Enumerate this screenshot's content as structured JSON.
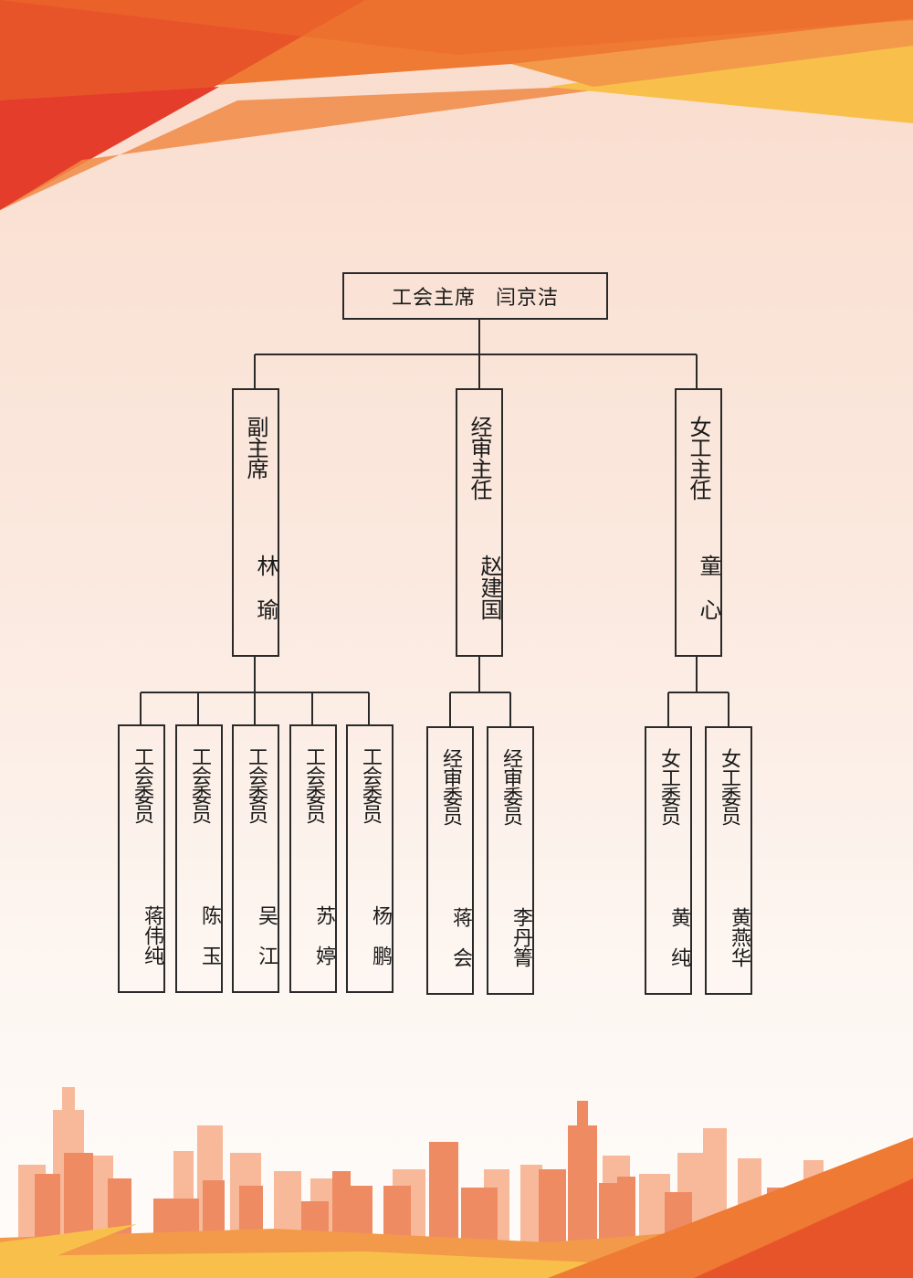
{
  "colors": {
    "orange_dark": "#e8542a",
    "orange": "#ee7a33",
    "orange_light": "#f39a4a",
    "yellow": "#f8c04a",
    "red": "#e43d2c",
    "line": "#2a2a2a"
  },
  "org_chart": {
    "root": {
      "title": "工会主席",
      "name": "闫京洁"
    },
    "branches": [
      {
        "title": "副主席",
        "name": "林瑜",
        "members": [
          {
            "title": "工会委员",
            "name": "蒋伟纯"
          },
          {
            "title": "工会委员",
            "name": "陈玉"
          },
          {
            "title": "工会委员",
            "name": "吴江"
          },
          {
            "title": "工会委员",
            "name": "苏婷"
          },
          {
            "title": "工会委员",
            "name": "杨鹏"
          }
        ]
      },
      {
        "title": "经审主任",
        "name": "赵建国",
        "members": [
          {
            "title": "经审委员",
            "name": "蒋会"
          },
          {
            "title": "经审委员",
            "name": "李丹箐"
          }
        ]
      },
      {
        "title": "女工主任",
        "name": "童心",
        "members": [
          {
            "title": "女工委员",
            "name": "黄纯"
          },
          {
            "title": "女工委员",
            "name": "黄燕华"
          }
        ]
      }
    ]
  }
}
